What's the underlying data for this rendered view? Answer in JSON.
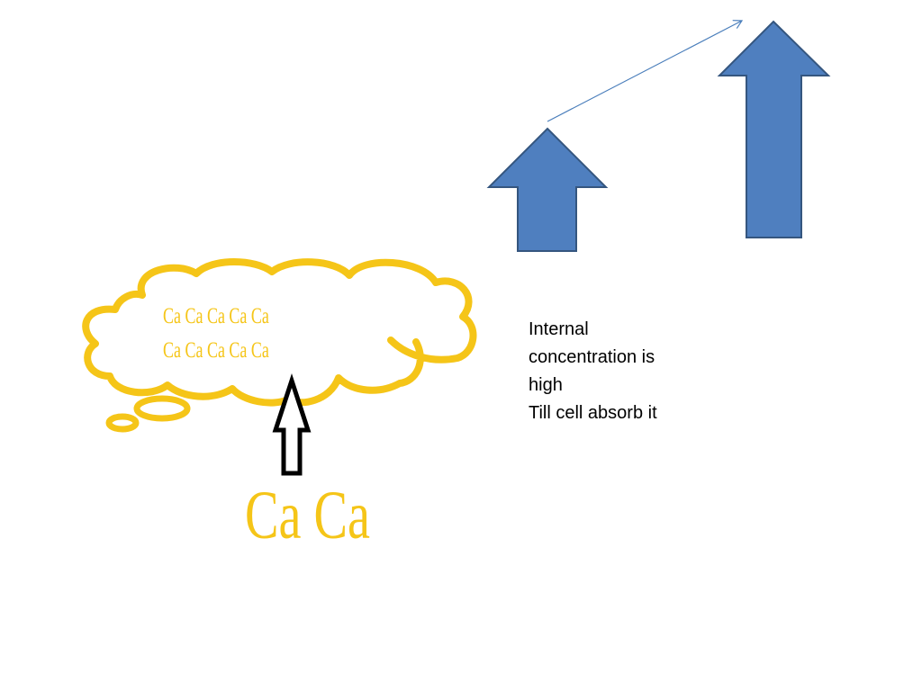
{
  "colors": {
    "cloud_outline": "#f5c518",
    "cloud_text": "#f5c518",
    "block_arrow_fill": "#4f7fbf",
    "block_arrow_stroke": "#35567f",
    "connector_line": "#4a7ebb",
    "input_arrow_stroke": "#000000",
    "note_text": "#000000"
  },
  "cloud": {
    "shape": "thought-cloud",
    "lines": [
      "Ca Ca Ca Ca Ca",
      "Ca Ca Ca Ca Ca"
    ]
  },
  "input": {
    "arrow_direction": "up",
    "label": "Ca Ca"
  },
  "arrows": {
    "small": {
      "direction": "up"
    },
    "large": {
      "direction": "up"
    },
    "connector": {
      "direction": "up-right"
    }
  },
  "note": {
    "lines": [
      "Internal",
      "concentration is",
      "high",
      "Till cell absorb it"
    ]
  }
}
